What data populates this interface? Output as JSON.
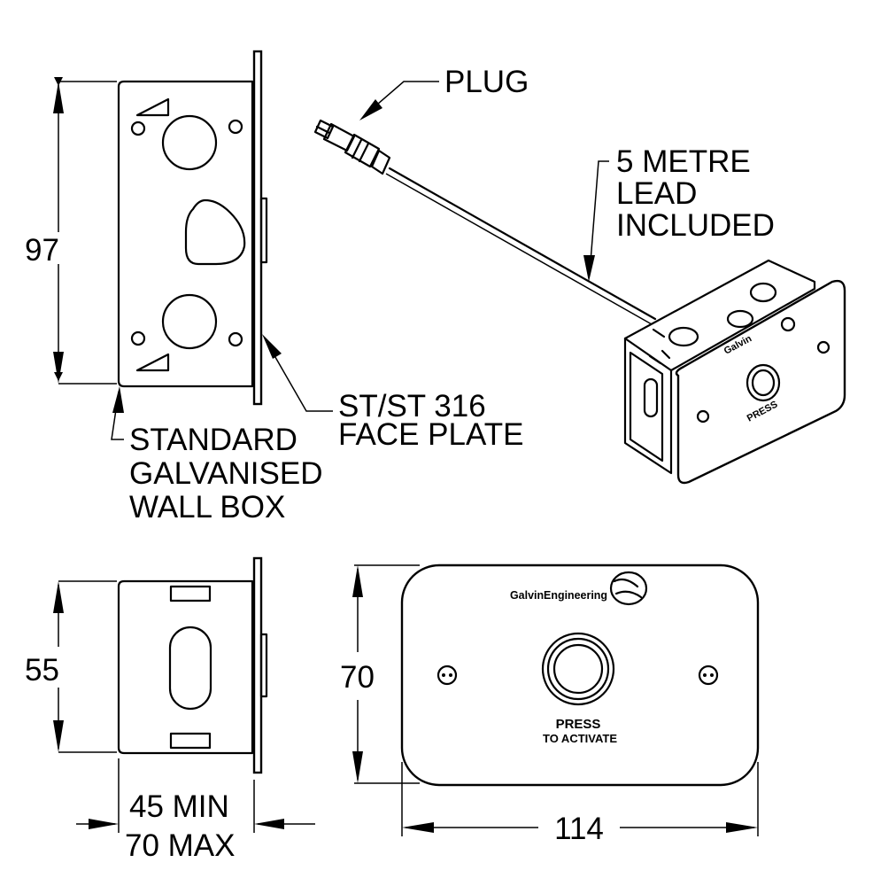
{
  "labels": {
    "plug": "PLUG",
    "lead": [
      "5 METRE",
      "LEAD",
      "INCLUDED"
    ],
    "face_plate": [
      "ST/ST 316",
      "FACE PLATE"
    ],
    "wall_box": [
      "STANDARD",
      "GALVANISED",
      "WALL BOX"
    ],
    "brand": "GalvinEngineering",
    "button_text": [
      "PRESS",
      "TO ACTIVATE"
    ]
  },
  "dimensions": {
    "height_side": "97",
    "height_box": "55",
    "height_plate": "70",
    "width_plate": "114",
    "depth": [
      "45 MIN",
      "70 MAX"
    ]
  }
}
